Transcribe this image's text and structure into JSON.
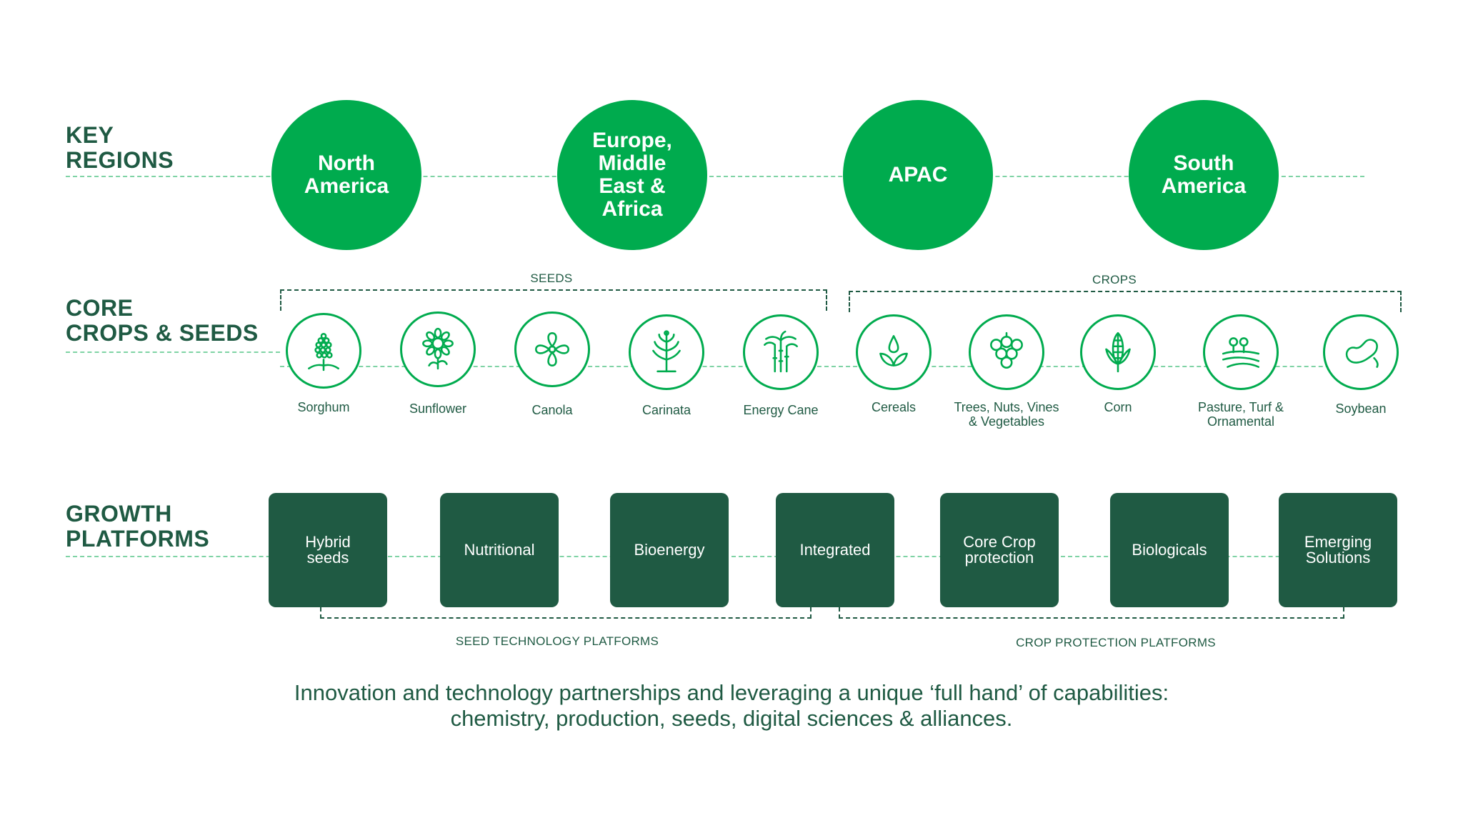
{
  "sections": {
    "regions_label": "KEY\nREGIONS",
    "crops_label": "CORE\nCROPS & SEEDS",
    "platforms_label": "GROWTH\nPLATFORMS"
  },
  "regions": [
    {
      "label": "North\nAmerica"
    },
    {
      "label": "Europe,\nMiddle\nEast &\nAfrica"
    },
    {
      "label": "APAC"
    },
    {
      "label": "South\nAmerica"
    }
  ],
  "groups": {
    "seeds": "SEEDS",
    "crops": "CROPS",
    "seed_tech": "SEED TECHNOLOGY PLATFORMS",
    "crop_protection": "CROP PROTECTION PLATFORMS"
  },
  "seeds": [
    {
      "label": "Sorghum",
      "icon": "sorghum-icon"
    },
    {
      "label": "Sunflower",
      "icon": "sunflower-icon"
    },
    {
      "label": "Canola",
      "icon": "canola-icon"
    },
    {
      "label": "Carinata",
      "icon": "carinata-icon"
    },
    {
      "label": "Energy Cane",
      "icon": "energy-cane-icon"
    }
  ],
  "crops": [
    {
      "label": "Cereals",
      "icon": "cereals-icon"
    },
    {
      "label": "Trees, Nuts, Vines\n& Vegetables",
      "icon": "trees-nuts-icon"
    },
    {
      "label": "Corn",
      "icon": "corn-icon"
    },
    {
      "label": "Pasture, Turf &\nOrnamental",
      "icon": "pasture-icon"
    },
    {
      "label": "Soybean",
      "icon": "soybean-icon"
    }
  ],
  "platforms": [
    {
      "label": "Hybrid\nseeds"
    },
    {
      "label": "Nutritional"
    },
    {
      "label": "Bioenergy"
    },
    {
      "label": "Integrated"
    },
    {
      "label": "Core Crop\nprotection"
    },
    {
      "label": "Biologicals"
    },
    {
      "label": "Emerging\nSolutions"
    }
  ],
  "footer": {
    "line1": "Innovation and technology partnerships and leveraging a unique ‘full hand’ of capabilities:",
    "line2": "chemistry, production, seeds, digital sciences & alliances."
  },
  "colors": {
    "region_green": "#00ab4e",
    "platform_dark": "#1f5a43",
    "text_dark": "#1f5a43",
    "dash_light": "#7fd3a5"
  }
}
